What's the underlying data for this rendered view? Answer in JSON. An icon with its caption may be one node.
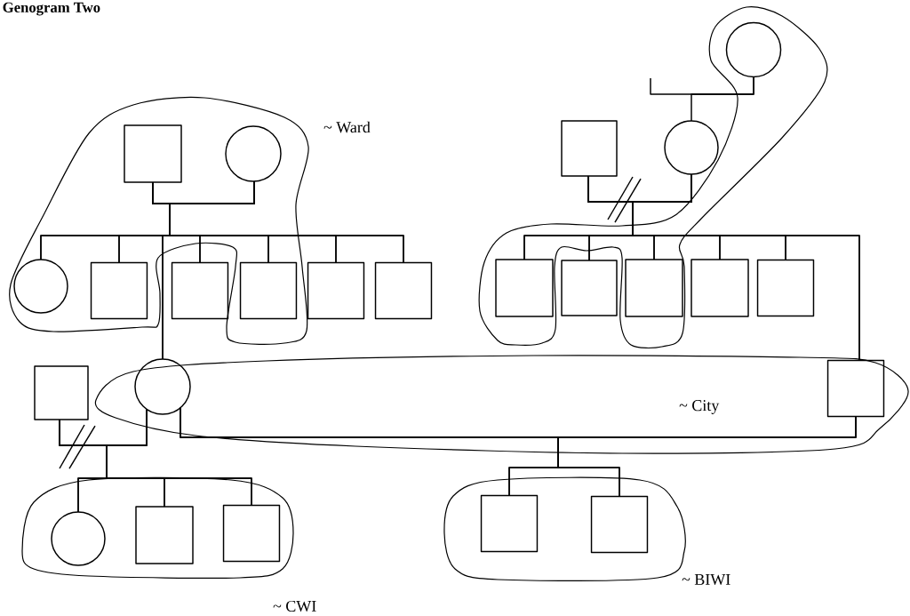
{
  "diagram": {
    "title": "Genogram Two",
    "nodes": [
      {
        "text": [],
        "shape": "box"
      },
      {
        "text": [],
        "shape": "circle"
      },
      {
        "text": [],
        "shape": "circle"
      },
      {
        "text": [],
        "shape": "box"
      },
      {
        "text": [],
        "shape": "box"
      },
      {
        "text": [],
        "shape": "box"
      },
      {
        "text": [],
        "shape": "box"
      },
      {
        "text": [],
        "shape": "box"
      },
      {
        "text": [],
        "shape": "circle"
      },
      {
        "text": [],
        "shape": "box"
      },
      {
        "text": [],
        "shape": "circle"
      },
      {
        "text": [],
        "shape": "box"
      },
      {
        "text": [],
        "shape": "circle"
      },
      {
        "text": [],
        "shape": "box"
      },
      {
        "text": [],
        "shape": "box"
      },
      {
        "text": [],
        "shape": "box"
      },
      {
        "text": [],
        "shape": "box"
      },
      {
        "text": [],
        "shape": "box"
      },
      {
        "text": [],
        "shape": "box"
      },
      {
        "text": [],
        "shape": "circle"
      },
      {
        "text": [],
        "shape": "box"
      },
      {
        "text": [],
        "shape": "box"
      },
      {
        "text": [],
        "shape": "box"
      },
      {
        "text": [],
        "shape": "box"
      }
    ],
    "edges": [
      {
        "from": 0,
        "to": 1,
        "arrow": "none"
      },
      {
        "from": 0,
        "to": 2,
        "arrow": "none"
      },
      {
        "from": 1,
        "to": 2,
        "arrow": "none"
      },
      {
        "from": 0,
        "to": 3,
        "arrow": "none"
      },
      {
        "from": 1,
        "to": 3,
        "arrow": "none"
      },
      {
        "from": 0,
        "to": 8,
        "arrow": "none"
      },
      {
        "from": 1,
        "to": 8,
        "arrow": "none"
      },
      {
        "from": 0,
        "to": 4,
        "arrow": "none"
      },
      {
        "from": 1,
        "to": 4,
        "arrow": "none"
      },
      {
        "from": 0,
        "to": 5,
        "arrow": "none"
      },
      {
        "from": 1,
        "to": 5,
        "arrow": "none"
      },
      {
        "from": 0,
        "to": 6,
        "arrow": "none"
      },
      {
        "from": 1,
        "to": 6,
        "arrow": "none"
      },
      {
        "from": 0,
        "to": 7,
        "arrow": "none"
      },
      {
        "from": 1,
        "to": 7,
        "arrow": "none"
      },
      {
        "from": 10,
        "to": null,
        "arrow": "none"
      },
      {
        "from": 10,
        "to": 12,
        "arrow": "none"
      },
      {
        "from": 11,
        "to": 12,
        "arrow": "none"
      },
      {
        "from": 11,
        "to": 13,
        "arrow": "none"
      },
      {
        "from": 12,
        "to": 13,
        "arrow": "none"
      },
      {
        "from": 11,
        "to": 14,
        "arrow": "none"
      },
      {
        "from": 12,
        "to": 14,
        "arrow": "none"
      },
      {
        "from": 11,
        "to": 15,
        "arrow": "none"
      },
      {
        "from": 12,
        "to": 15,
        "arrow": "none"
      },
      {
        "from": 11,
        "to": 16,
        "arrow": "none"
      },
      {
        "from": 12,
        "to": 16,
        "arrow": "none"
      },
      {
        "from": 11,
        "to": 17,
        "arrow": "none"
      },
      {
        "from": 12,
        "to": 17,
        "arrow": "none"
      },
      {
        "from": 11,
        "to": 18,
        "arrow": "none"
      },
      {
        "from": 12,
        "to": 18,
        "arrow": "none"
      },
      {
        "from": 9,
        "to": 8,
        "arrow": "none"
      },
      {
        "from": 9,
        "to": 19,
        "arrow": "none"
      },
      {
        "from": 8,
        "to": 19,
        "arrow": "none"
      },
      {
        "from": 9,
        "to": 20,
        "arrow": "none"
      },
      {
        "from": 8,
        "to": 20,
        "arrow": "none"
      },
      {
        "from": 9,
        "to": 21,
        "arrow": "none"
      },
      {
        "from": 8,
        "to": 21,
        "arrow": "none"
      },
      {
        "from": 8,
        "to": 18,
        "arrow": "none"
      },
      {
        "from": 8,
        "to": 22,
        "arrow": "none"
      },
      {
        "from": 18,
        "to": 22,
        "arrow": "none"
      },
      {
        "from": 8,
        "to": 23,
        "arrow": "none"
      },
      {
        "from": 18,
        "to": 23,
        "arrow": "none"
      }
    ],
    "labels": [
      "~ Ward",
      "~ City",
      "~ CWI",
      "~ BIWI"
    ]
  }
}
